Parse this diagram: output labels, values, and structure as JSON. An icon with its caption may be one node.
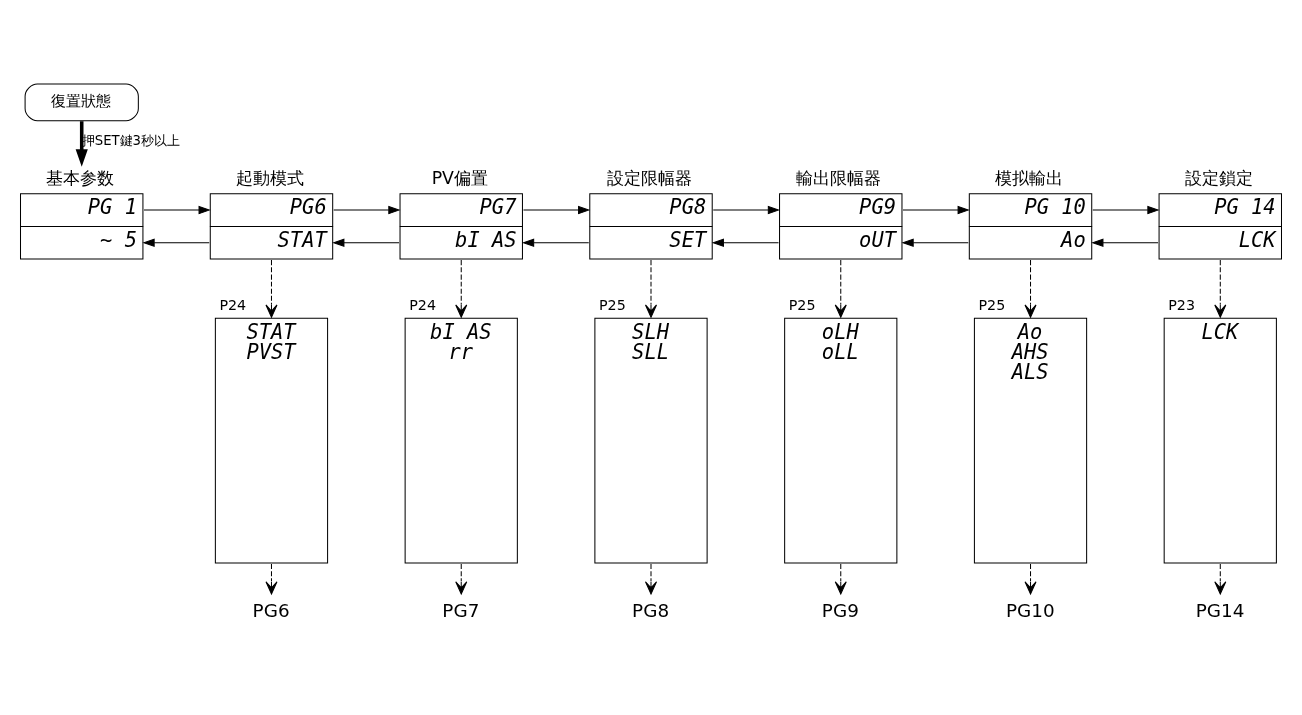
{
  "diagram": {
    "nodes": [
      {
        "text": [
          "復置狀態"
        ]
      },
      {
        "text": [
          "基本参数",
          "PG 1",
          "~ 5"
        ]
      },
      {
        "text": [
          "起動模式",
          "PG6",
          "STAT"
        ]
      },
      {
        "text": [
          "PV偏置",
          "PG7",
          "bI AS"
        ]
      },
      {
        "text": [
          "設定限幅器",
          "PG8",
          "SET"
        ]
      },
      {
        "text": [
          "輸出限幅器",
          "PG9",
          "oUT"
        ]
      },
      {
        "text": [
          "模拟輸出",
          "PG 10",
          "Ao"
        ]
      },
      {
        "text": [
          "設定鎖定",
          "PG 14",
          "LCK"
        ]
      },
      {
        "text": [
          "STAT",
          "PVST"
        ],
        "beside": [
          "P24"
        ]
      },
      {
        "text": [
          "bI AS",
          "rr"
        ],
        "beside": [
          "P24"
        ]
      },
      {
        "text": [
          "SLH",
          "SLL"
        ],
        "beside": [
          "P25"
        ]
      },
      {
        "text": [
          "oLH",
          "oLL"
        ],
        "beside": [
          "P25"
        ]
      },
      {
        "text": [
          "Ao",
          "AHS",
          "ALS"
        ],
        "beside": [
          "P25"
        ]
      },
      {
        "text": [
          "LCK"
        ],
        "beside": [
          "P23"
        ]
      },
      {
        "text": [
          "PG6"
        ]
      },
      {
        "text": [
          "PG7"
        ]
      },
      {
        "text": [
          "PG8"
        ]
      },
      {
        "text": [
          "PG9"
        ]
      },
      {
        "text": [
          "PG10"
        ]
      },
      {
        "text": [
          "PG14"
        ]
      }
    ],
    "edges": [
      {
        "from": 0,
        "to": 1,
        "arrow": "to",
        "label": "押SET鍵3秒以上",
        "style": "thick"
      },
      {
        "from": 1,
        "to": 2,
        "arrow": "to"
      },
      {
        "from": 2,
        "to": 3,
        "arrow": "to"
      },
      {
        "from": 3,
        "to": 4,
        "arrow": "to"
      },
      {
        "from": 4,
        "to": 5,
        "arrow": "to"
      },
      {
        "from": 5,
        "to": 6,
        "arrow": "to"
      },
      {
        "from": 6,
        "to": 7,
        "arrow": "to"
      },
      {
        "from": 7,
        "to": 6,
        "arrow": "to"
      },
      {
        "from": 6,
        "to": 5,
        "arrow": "to"
      },
      {
        "from": 5,
        "to": 4,
        "arrow": "to"
      },
      {
        "from": 4,
        "to": 3,
        "arrow": "to"
      },
      {
        "from": 3,
        "to": 2,
        "arrow": "to"
      },
      {
        "from": 2,
        "to": 1,
        "arrow": "to"
      },
      {
        "from": 2,
        "to": 8,
        "arrow": "to",
        "style": "dashed"
      },
      {
        "from": 3,
        "to": 9,
        "arrow": "to",
        "style": "dashed"
      },
      {
        "from": 4,
        "to": 10,
        "arrow": "to",
        "style": "dashed"
      },
      {
        "from": 5,
        "to": 11,
        "arrow": "to",
        "style": "dashed"
      },
      {
        "from": 6,
        "to": 12,
        "arrow": "to",
        "style": "dashed"
      },
      {
        "from": 7,
        "to": 13,
        "arrow": "to",
        "style": "dashed"
      },
      {
        "from": 8,
        "to": 14,
        "arrow": "to",
        "style": "dashed"
      },
      {
        "from": 9,
        "to": 15,
        "arrow": "to",
        "style": "dashed"
      },
      {
        "from": 10,
        "to": 16,
        "arrow": "to",
        "style": "dashed"
      },
      {
        "from": 11,
        "to": 17,
        "arrow": "to",
        "style": "dashed"
      },
      {
        "from": 12,
        "to": 18,
        "arrow": "to",
        "style": "dashed"
      },
      {
        "from": 13,
        "to": 19,
        "arrow": "to",
        "style": "dashed"
      }
    ]
  }
}
